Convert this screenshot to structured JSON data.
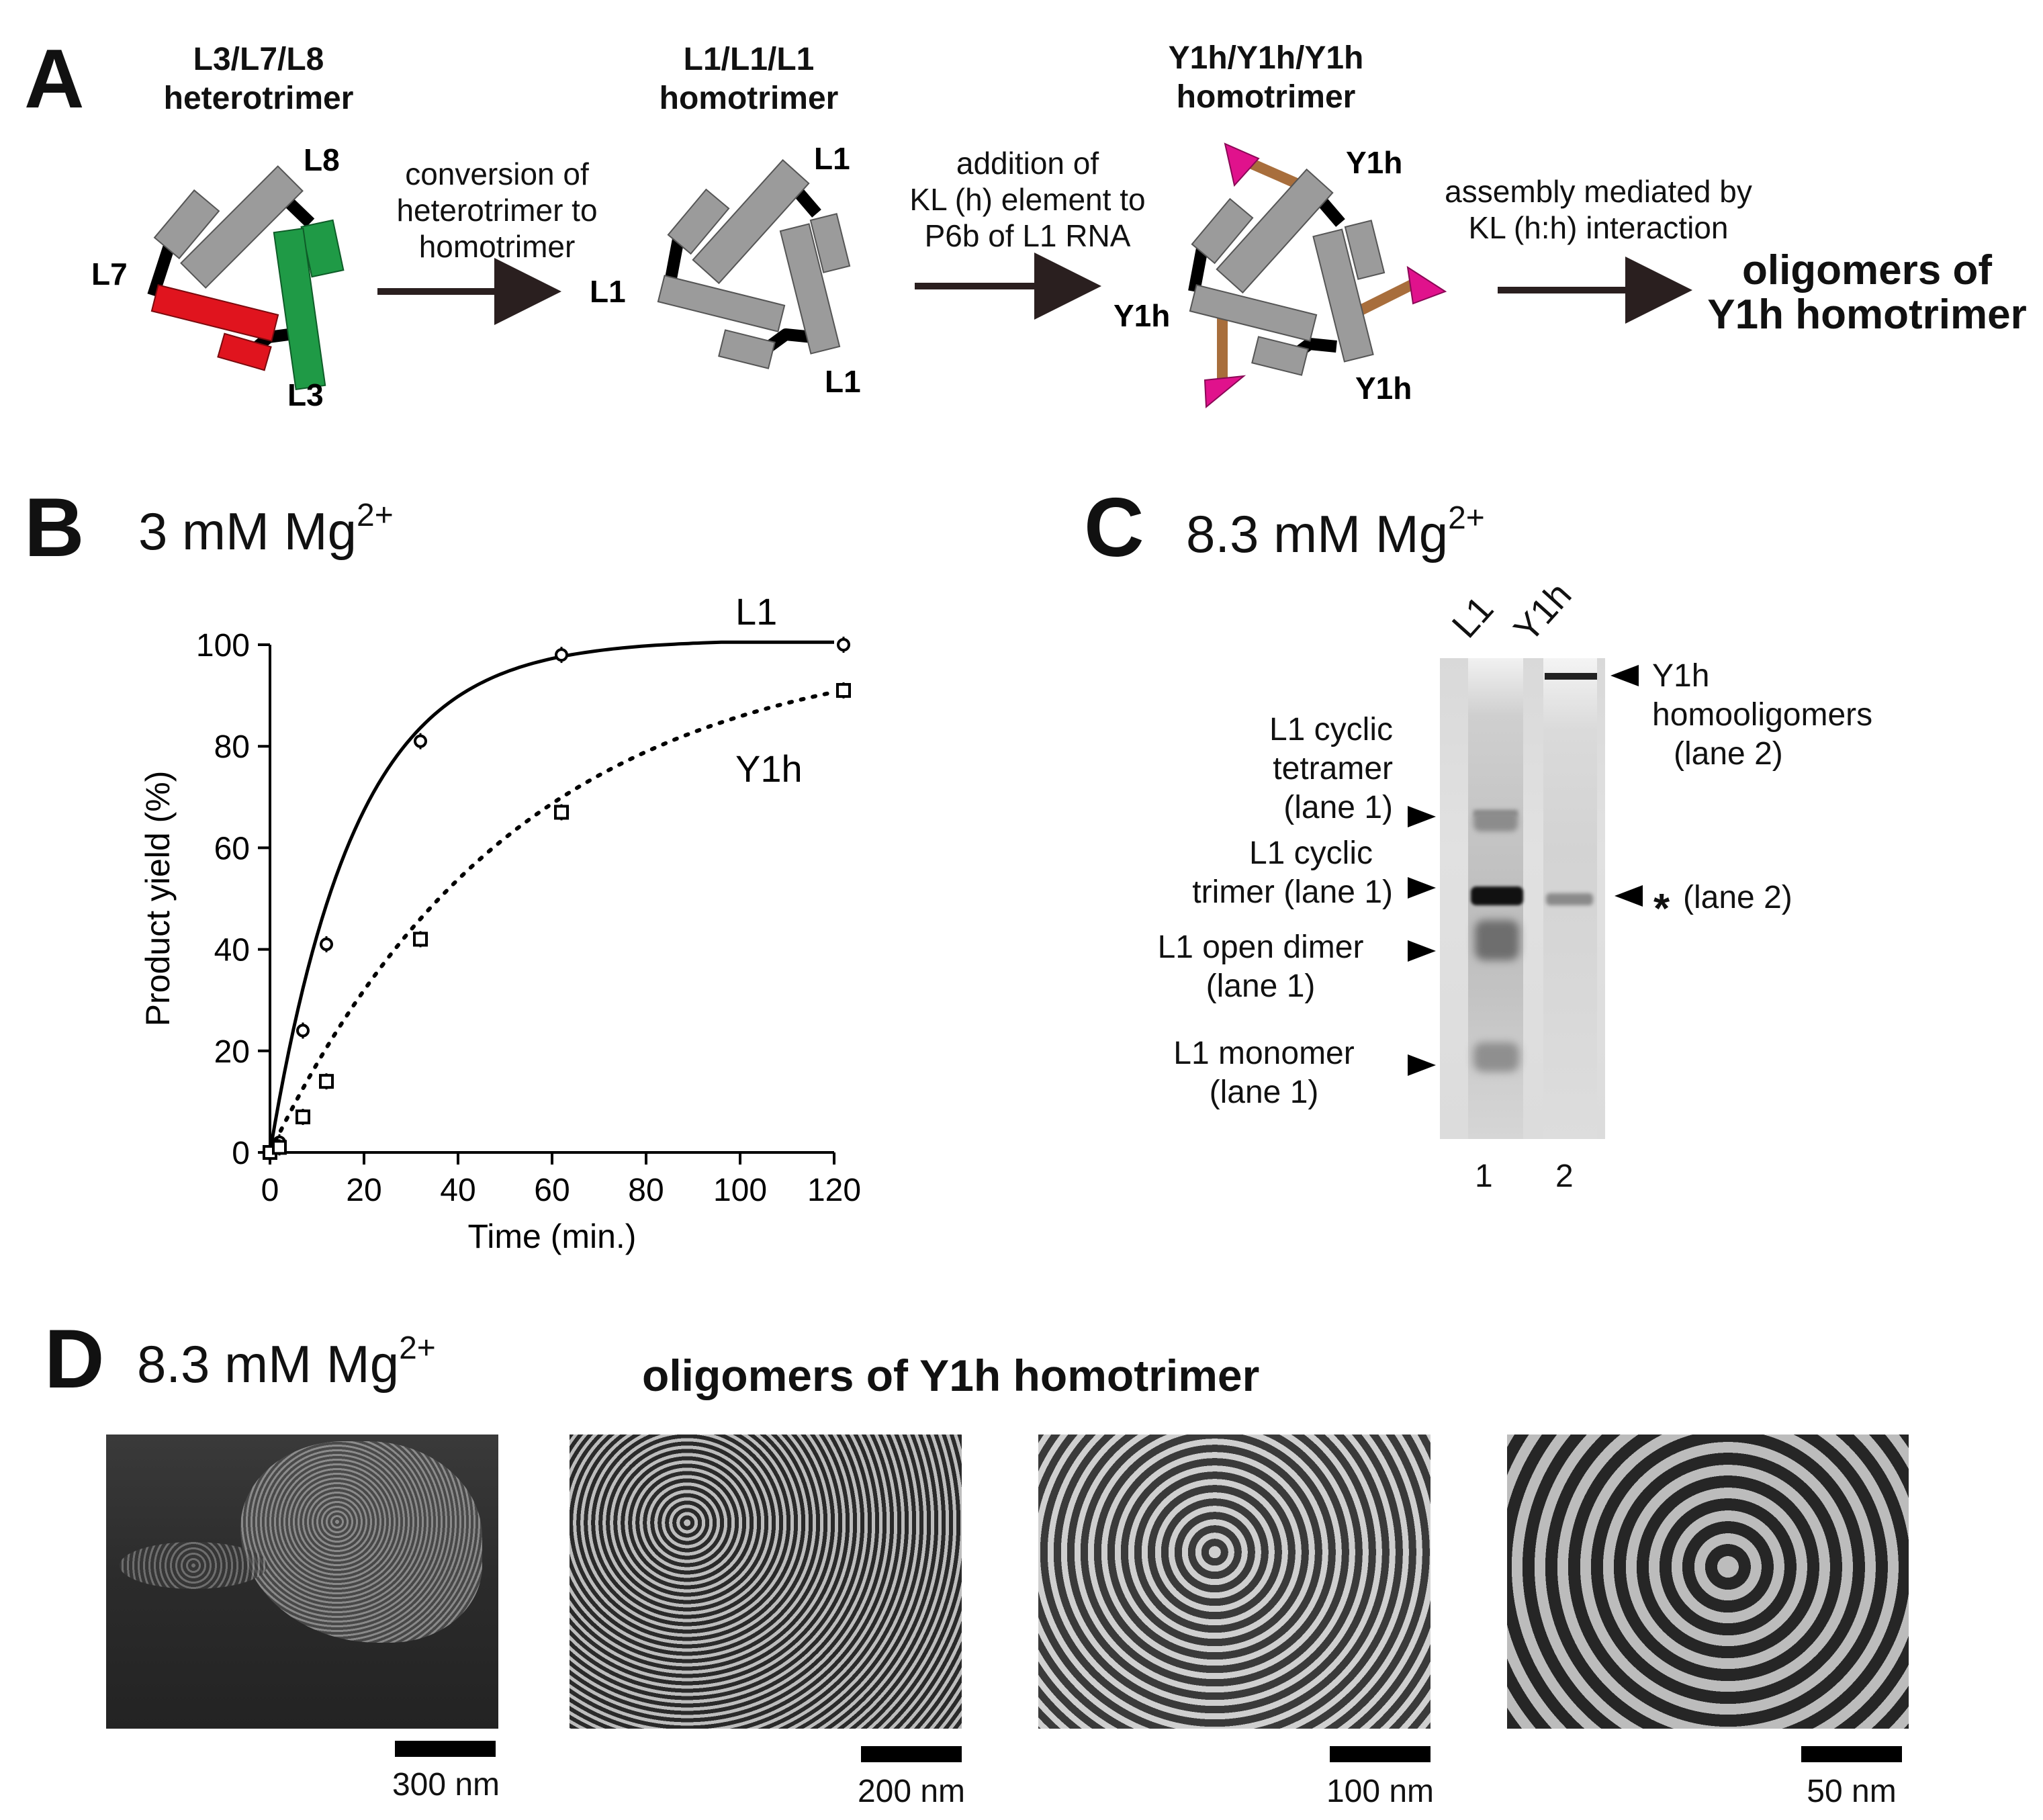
{
  "panel_a": {
    "letter": "A",
    "title_1": [
      "L3/L7/L8",
      "heterotrimer"
    ],
    "title_2": [
      "L1/L1/L1",
      "homotrimer"
    ],
    "title_3": [
      "Y1h/Y1h/Y1h",
      "homotrimer"
    ],
    "step_1": [
      "conversion of",
      "heterotrimer to",
      "homotrimer"
    ],
    "step_2": [
      "addition of",
      "KL (h) element to",
      "P6b of L1 RNA"
    ],
    "step_3": [
      "assembly mediated by",
      "KL (h:h)  interaction"
    ],
    "result": [
      "oligomers of",
      "Y1h homotrimer"
    ],
    "labels_1": {
      "l8": "L8",
      "l7": "L7",
      "l3": "L3"
    },
    "labels_2": {
      "top": "L1",
      "left": "L1",
      "bottom": "L1"
    },
    "labels_3": {
      "top": "Y1h",
      "left": "Y1h",
      "bottom": "Y1h"
    },
    "colors": {
      "red": "#e0141e",
      "green": "#1f9a46",
      "gray": "#9b9b9b",
      "brown": "#a86e3c",
      "magenta": "#e0128c"
    }
  },
  "panel_b": {
    "letter": "B",
    "condition": {
      "text": "3 mM Mg",
      "sup": "2+"
    }
  },
  "panel_c": {
    "letter": "C",
    "condition": {
      "text": "8.3 mM Mg",
      "sup": "2+"
    },
    "lane_headers": [
      "L1",
      "Y1h"
    ],
    "lane_numbers": [
      "1",
      "2"
    ],
    "left_labels": [
      [
        "L1 cyclic",
        "tetramer",
        "(lane 1)"
      ],
      [
        "L1 cyclic",
        "trimer (lane 1)"
      ],
      [
        "L1 open dimer",
        "(lane 1)"
      ],
      [
        "L1 monomer",
        "(lane 1)"
      ]
    ],
    "right_labels": [
      [
        "Y1h",
        "homooligomers",
        "(lane 2)"
      ],
      [
        "(lane 2)"
      ]
    ],
    "star": "*"
  },
  "panel_d": {
    "letter": "D",
    "condition": {
      "text": "8.3 mM Mg",
      "sup": "2+"
    },
    "title": "oligomers of Y1h homotrimer",
    "scale_bars": [
      "300 nm",
      "200 nm",
      "100 nm",
      "50 nm"
    ]
  },
  "chart_data": {
    "type": "line",
    "title": "",
    "xlabel": "Time (min.)",
    "ylabel": "Product yield (%)",
    "xlim": [
      0,
      120
    ],
    "ylim": [
      0,
      100
    ],
    "xticks": [
      0,
      20,
      40,
      60,
      80,
      100,
      120
    ],
    "yticks": [
      0,
      20,
      40,
      60,
      80,
      100
    ],
    "grid": false,
    "series": [
      {
        "name": "L1",
        "style": "solid",
        "marker": "circle",
        "x": [
          0,
          2,
          7,
          12,
          32,
          62,
          122
        ],
        "y": [
          0,
          2,
          24,
          41,
          81,
          98,
          100
        ]
      },
      {
        "name": "Y1h",
        "style": "dotted",
        "marker": "square",
        "x": [
          0,
          2,
          7,
          12,
          32,
          62,
          122
        ],
        "y": [
          0,
          1,
          7,
          14,
          42,
          67,
          91
        ]
      }
    ]
  }
}
